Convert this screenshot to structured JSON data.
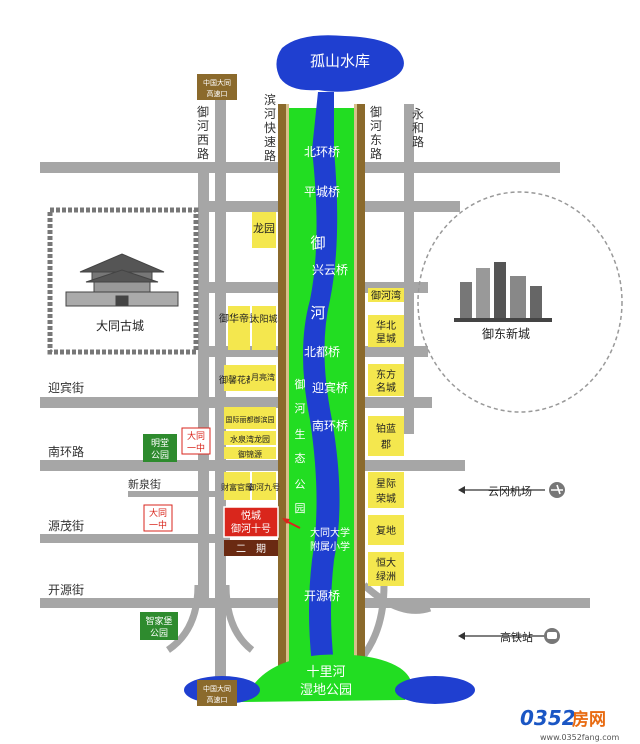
{
  "reservoir": "孤山水库",
  "wetland_park": {
    "line1": "十里河",
    "line2": "湿地公园"
  },
  "river_name": "御河",
  "park_name": "御河生态公园",
  "highway_exits": [
    {
      "line1": "中国大同",
      "line2": "高速口"
    },
    {
      "line1": "中国大同",
      "line2": "高速口"
    }
  ],
  "vertical_roads": [
    "御河西路",
    "滨河快速路",
    "御河东路",
    "永和路"
  ],
  "horizontal_roads": [
    "迎宾街",
    "南环路",
    "新泉街",
    "源茂街",
    "开源街"
  ],
  "bridges": [
    "北环桥",
    "平城桥",
    "兴云桥",
    "北都桥",
    "迎宾桥",
    "南环桥",
    "开源桥"
  ],
  "old_city": "大同古城",
  "new_city": "御东新城",
  "west_blocks": [
    "龙园",
    "御华帝景",
    "太阳城",
    "御馨花都",
    "月亮湾",
    "国际丽都御滨园",
    "水泉湾龙园",
    "御锦源",
    "财富官邸",
    "御河九号"
  ],
  "east_blocks": [
    "御河湾",
    "华北星城",
    "东方名城",
    "铂蓝郡",
    "星际荣城",
    "复地",
    "恒大绿洲"
  ],
  "highlight_project": {
    "line1": "悦城",
    "line2": "御河十号"
  },
  "phase_two": "二　期",
  "school": {
    "line1": "大同大学",
    "line2": "附属小学"
  },
  "red_schools": [
    {
      "line1": "大同",
      "line2": "一中"
    },
    {
      "line1": "大同",
      "line2": "一中"
    }
  ],
  "green_parks": [
    {
      "line1": "明堂",
      "line2": "公园"
    },
    {
      "line1": "智家堡",
      "line2": "公园"
    }
  ],
  "airport": "云冈机场",
  "rail_station": "高铁站",
  "watermark": {
    "brand_a": "0352",
    "brand_b": "房网",
    "url": "www.0352fang.com"
  },
  "colors": {
    "river": "#1f3fd0",
    "green_belt": "#22dd22",
    "road": "#a6a6a6",
    "expressway": "#8b6a2c",
    "block_yellow": "#f4e74e",
    "highlight": "#d9261c",
    "phase_brown": "#6a2a12",
    "park_green": "#2e8b2e"
  }
}
